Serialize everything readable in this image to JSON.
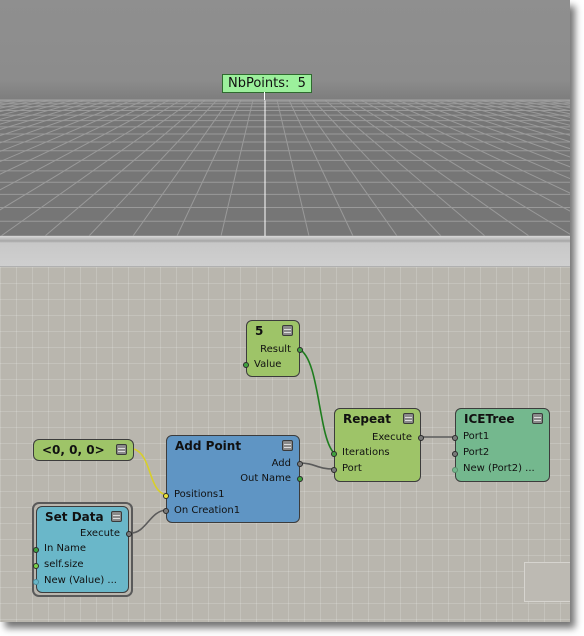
{
  "viewport": {
    "nbpoints_label": "NbPoints:  5"
  },
  "nodes": {
    "value_node": {
      "title": "5",
      "out_port": "Result",
      "in_port": "Value"
    },
    "vector_node": {
      "title": "<0, 0, 0>"
    },
    "add_point": {
      "title": "Add Point",
      "out_port_1": "Add",
      "out_port_2": "Out Name",
      "in_port_1": "Positions1",
      "in_port_2": "On Creation1"
    },
    "repeat": {
      "title": "Repeat",
      "out_port": "Execute",
      "in_port_1": "Iterations",
      "in_port_2": "Port"
    },
    "icetree": {
      "title": "ICETree",
      "in_port_1": "Port1",
      "in_port_2": "Port2",
      "in_port_3": "New (Port2) ..."
    },
    "set_data": {
      "title": "Set Data",
      "out_port": "Execute",
      "in_port_1": "In Name",
      "in_port_2": "self.size",
      "in_port_3": "New (Value) ..."
    }
  },
  "colors": {
    "green_node": "#9ec468",
    "blue_node": "#5f95c4",
    "teal_node": "#6ab7c9",
    "ice_node": "#74b88e",
    "wire_green": "#1e7d1e",
    "wire_yellow": "#d8cf2a",
    "wire_gray": "#5b5b5b"
  }
}
